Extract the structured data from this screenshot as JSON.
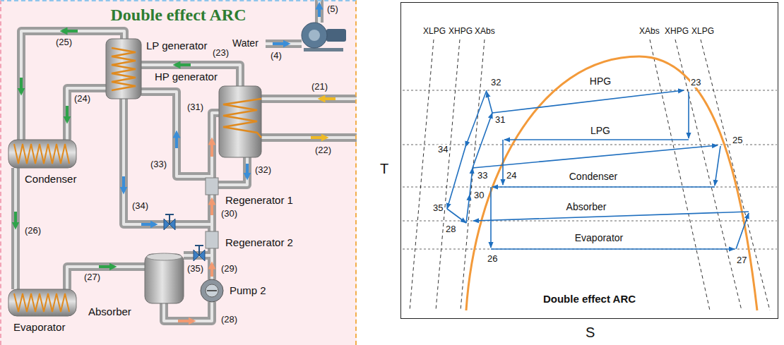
{
  "diagram": {
    "nodes": [
      {
        "text": [
          "Double effect ARC"
        ]
      },
      {
        "text": [
          "Double effect ARC"
        ]
      }
    ],
    "labels": [
      "(25)",
      "LP generator",
      "(23)",
      "HP generator",
      "(5)",
      "Water",
      "(4)",
      "(24)",
      "(31)",
      "(21)",
      "(33)",
      "(32)",
      "(22)",
      "Condenser",
      "(34)",
      "Regenerator 1",
      "(30)",
      "(26)",
      "Regenerator 2",
      "(27)",
      "(35)",
      "(29)",
      "Pump 2",
      "Absorber",
      "(28)",
      "Evaporator",
      "XLPG",
      "XHPG",
      "XAbs",
      "XAbs",
      "XHPG",
      "XLPG",
      "HPG",
      "LPG",
      "Condenser",
      "Absorber",
      "Evaporator",
      "32",
      "23",
      "31",
      "34",
      "25",
      "35",
      "33",
      "30",
      "24",
      "28",
      "26",
      "27",
      "T",
      "S"
    ]
  }
}
